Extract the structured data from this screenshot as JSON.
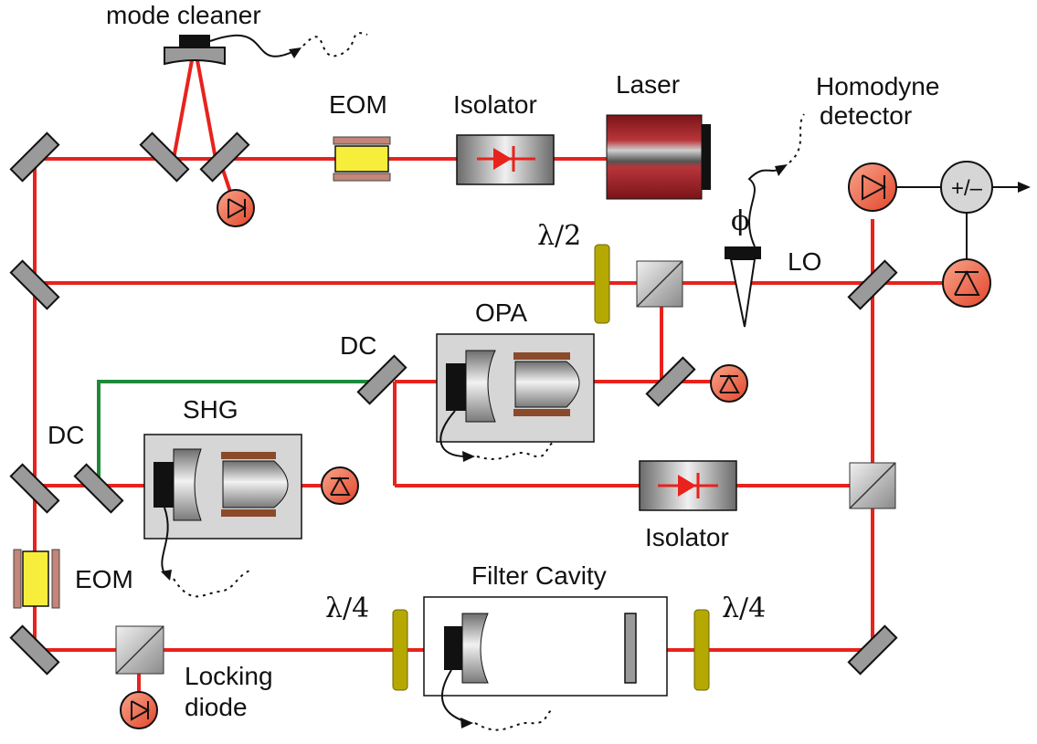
{
  "colors": {
    "beam_red": "#e8221c",
    "beam_green": "#1d8a3a",
    "waveplate": "#b5a800",
    "eom_crystal": "#f7ee3c",
    "eom_plate": "#c4857a",
    "detector": "#f06a4f",
    "laser_body": "#8c1a1e",
    "box_gray": "#d6d6d6"
  },
  "labels": {
    "mode_cleaner": "mode cleaner",
    "eom_top": "EOM",
    "isolator_top": "Isolator",
    "laser": "Laser",
    "homodyne_line1": "Homodyne",
    "homodyne_line2": "detector",
    "phi": "ϕ",
    "lambda_half": "λ/2",
    "lo": "LO",
    "opa": "OPA",
    "dc_upper": "DC",
    "shg": "SHG",
    "dc_lower": "DC",
    "isolator_bottom": "Isolator",
    "eom_left": "EOM",
    "filter_cavity": "Filter Cavity",
    "lambda_quarter_left": "λ/4",
    "lambda_quarter_right": "λ/4",
    "locking_line1": "Locking",
    "locking_line2": "diode",
    "plus_minus": "+/–"
  }
}
